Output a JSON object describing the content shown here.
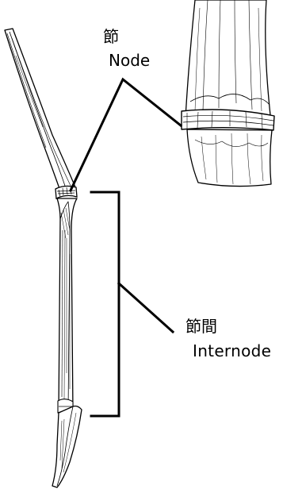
{
  "labels": {
    "node_ja": "節",
    "node_en": "Node",
    "internode_ja": "節間",
    "internode_en": "Internode"
  }
}
